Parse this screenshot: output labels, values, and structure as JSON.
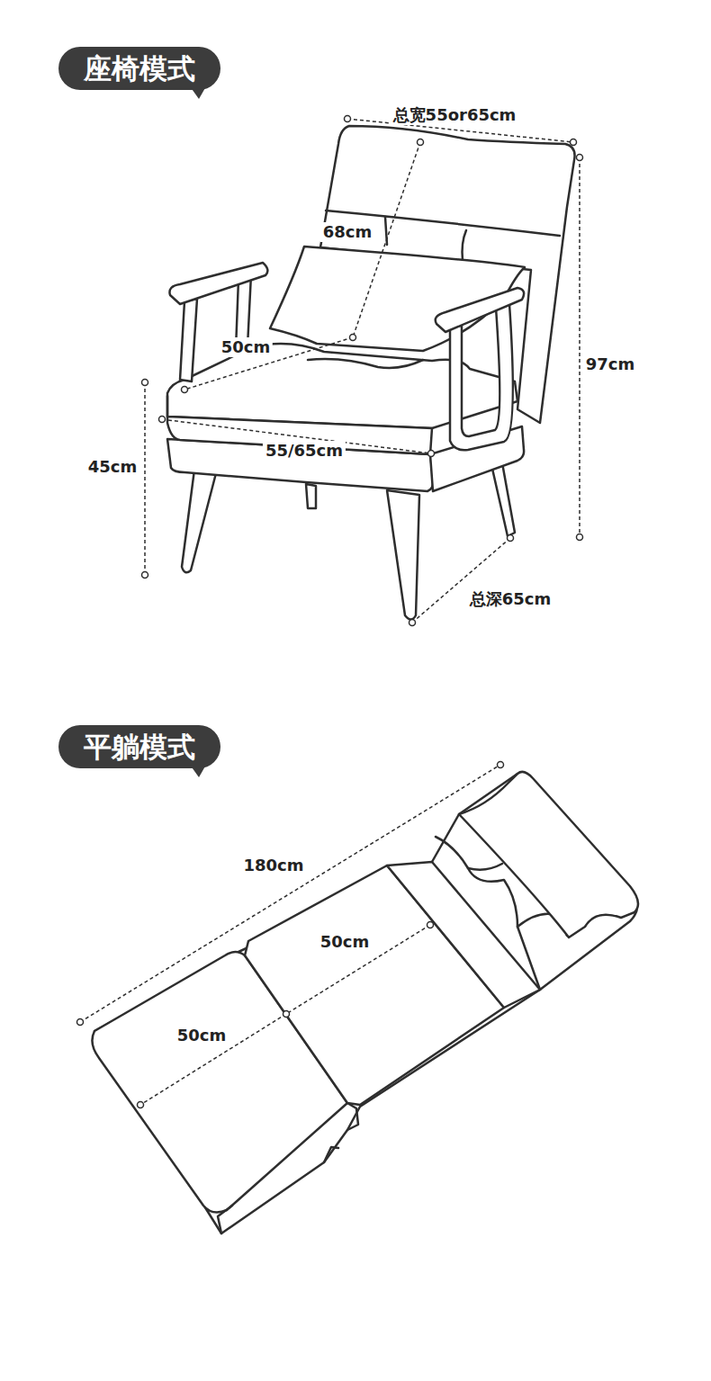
{
  "diagram": {
    "nodes": [
      {
        "text": [
          "座椅模式"
        ]
      },
      {
        "text": [
          "平躺模式"
        ]
      }
    ],
    "labels": [
      "总宽55or65cm",
      "68cm",
      "50cm",
      "97cm",
      "45cm",
      "55/65cm",
      "总深65cm",
      "180cm",
      "50cm",
      "50cm"
    ]
  }
}
